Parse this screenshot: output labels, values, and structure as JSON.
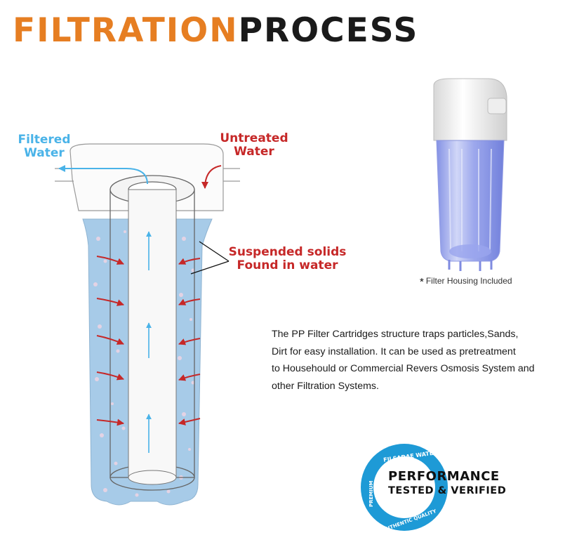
{
  "title": {
    "part1": "FILTRATION",
    "part2": "PROCESS"
  },
  "labels": {
    "filtered_line1": "Filtered",
    "filtered_line2": "Water",
    "untreated_line1": "Untreated",
    "untreated_line2": "Water",
    "suspended_line1": "Suspended solids",
    "suspended_line2": "Found in water"
  },
  "housing": {
    "caption": "Filter Housing Included",
    "star": "*"
  },
  "description": [
    "The PP Filter Cartridges structure traps particles,Sands,",
    "Dirt for easy installation. It can be used as pretreatment",
    "to Househould or Commercial Revers Osmosis System and",
    "other Filtration Systems."
  ],
  "badge": {
    "line1": "PERFORMANCE",
    "line2": "TESTED & VERIFIED",
    "ring_top": "FILSADAE WATER",
    "ring_left": "PREMIUM",
    "ring_bottom": "AUTHENTIC QUALITY"
  },
  "colors": {
    "title_accent": "#e67e22",
    "title_dark": "#1a1a1a",
    "water_blue": "#a7cbe8",
    "flow_blue": "#4ab3e8",
    "arrow_red": "#c62828",
    "badge_blue": "#1e9ad6"
  }
}
